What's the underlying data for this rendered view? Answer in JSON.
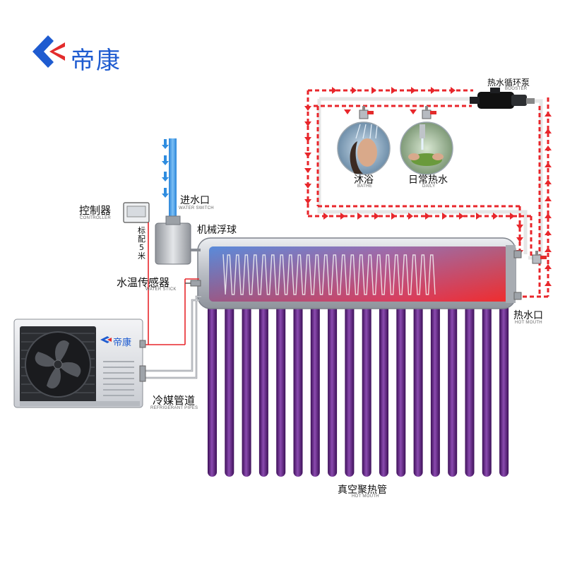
{
  "brand": {
    "name": "帝康",
    "logo_color": "#1e5bd0",
    "logo_accent": "#e32b2b"
  },
  "labels": {
    "inlet": {
      "cn": "进水口",
      "en": "WATER SWITCH"
    },
    "float_ball": {
      "cn": "机械浮球"
    },
    "controller": {
      "cn": "控制器",
      "en": "CONTROLLER"
    },
    "cable_note": {
      "line1": "标",
      "line2": "配",
      "line3": "5",
      "line4": "米"
    },
    "sensor": {
      "cn": "水温传感器",
      "en": "WATER STICK"
    },
    "pump": {
      "cn": "热水循环泵",
      "en": "BOOSTER"
    },
    "bathe": {
      "cn": "沐浴",
      "en": "BATHE"
    },
    "daily": {
      "cn": "日常热水",
      "en": "DAILY"
    },
    "hot_outlet": {
      "cn": "热水口",
      "en": "HOT MOUTH"
    },
    "refrigerant": {
      "cn": "冷媒管道",
      "en": "REFRIGERANT PIPES"
    },
    "tubes": {
      "cn": "真空聚热管",
      "en": "HOT MOUTH"
    },
    "unit_brand": "帝康"
  },
  "colors": {
    "hot_flow": "#e8262b",
    "cold_flow": "#2f8de0",
    "tube": "#5a1f78",
    "tank_shell": "#c9ccd1"
  }
}
